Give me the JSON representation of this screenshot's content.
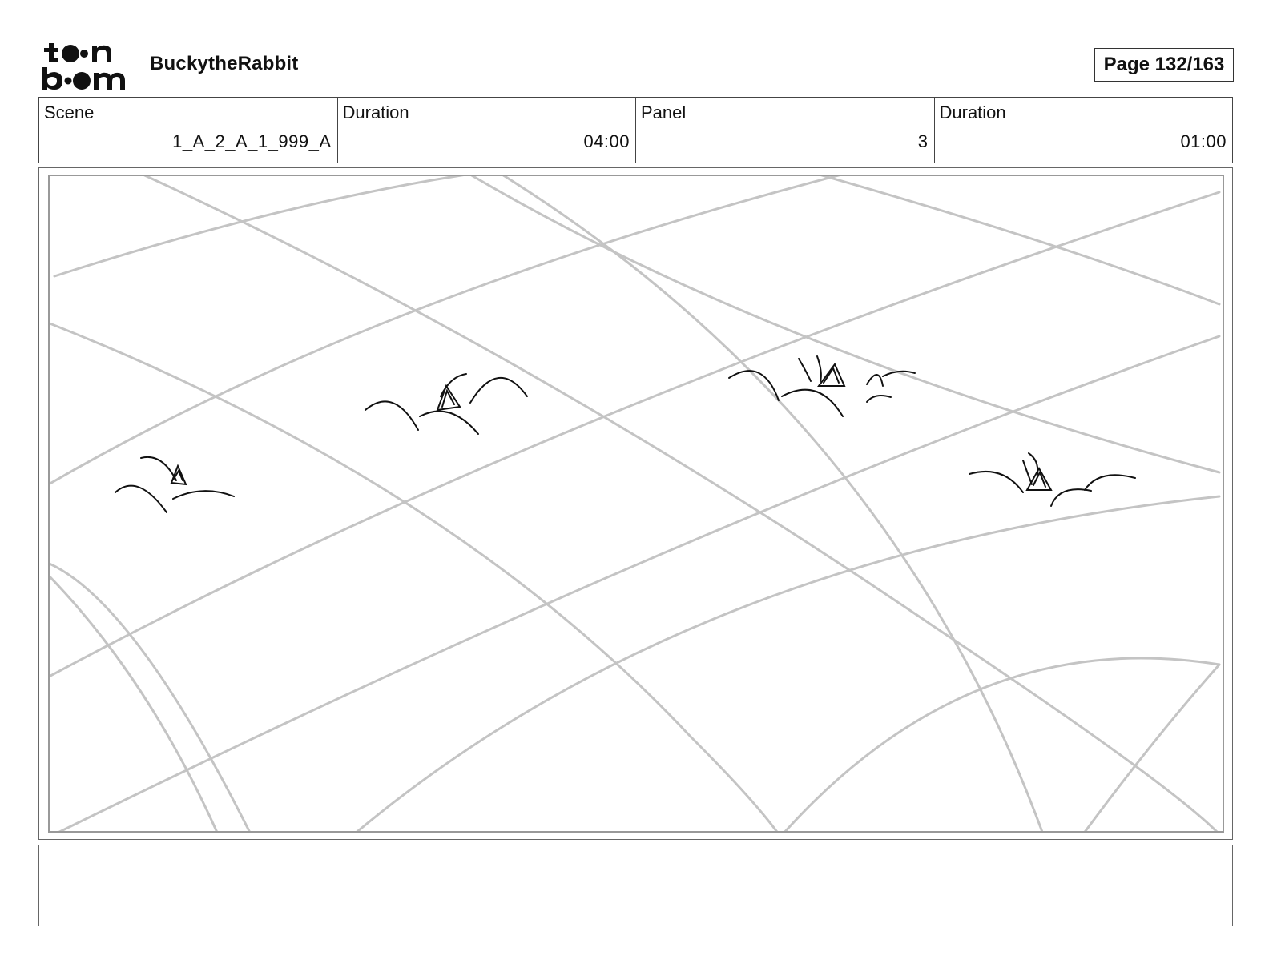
{
  "header": {
    "logo_text": "toon boom",
    "project_title": "BuckytheRabbit",
    "page_label": "Page 132/163"
  },
  "info": {
    "scene_label": "Scene",
    "scene_value": "1_A_2_A_1_999_A",
    "scene_duration_label": "Duration",
    "scene_duration_value": "04:00",
    "panel_label": "Panel",
    "panel_value": "3",
    "panel_duration_label": "Duration",
    "panel_duration_value": "01:00"
  },
  "panel": {
    "content": "sketch-drawing"
  },
  "notes": {
    "text": ""
  }
}
